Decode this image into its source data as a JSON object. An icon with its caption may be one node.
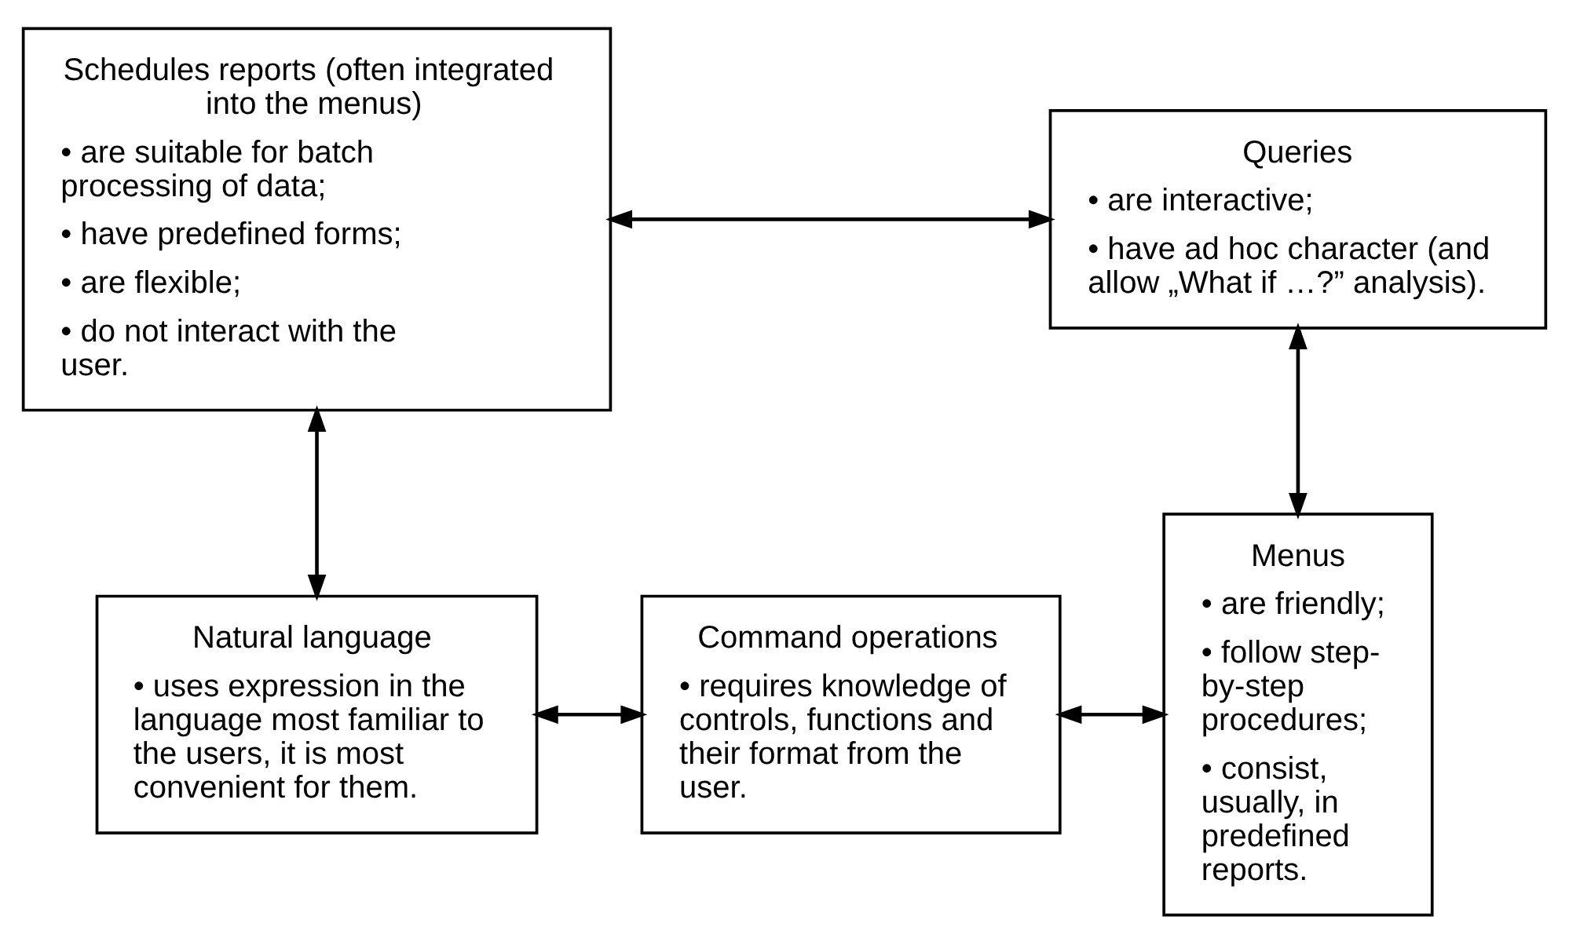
{
  "diagram": {
    "nodes": [
      {
        "text": [
          "Schedules reports (often integrated into the menus)",
          "• are suitable for batch processing of data;",
          "• have predefined forms;",
          "• are flexible;",
          "• do not interact with the user."
        ]
      },
      {
        "text": [
          "Queries",
          "• are interactive;",
          "• have ad hoc character (and allow „What if …?” analysis)."
        ]
      },
      {
        "text": [
          "Natural language",
          "• uses expression in the language most familiar to the users, it is most convenient for them."
        ]
      },
      {
        "text": [
          "Command operations",
          "• requires knowledge of controls, functions and their format from the user."
        ]
      },
      {
        "text": [
          "Menus",
          "• are friendly;",
          "• follow step-by-step procedures;",
          "• consist, usually, in predefined reports."
        ]
      }
    ],
    "edges": [
      {
        "from": 0,
        "to": 1,
        "arrow": "both"
      },
      {
        "from": 1,
        "to": 4,
        "arrow": "both"
      },
      {
        "from": 0,
        "to": 2,
        "arrow": "both"
      },
      {
        "from": 2,
        "to": 3,
        "arrow": "both"
      },
      {
        "from": 3,
        "to": 4,
        "arrow": "both"
      }
    ]
  }
}
